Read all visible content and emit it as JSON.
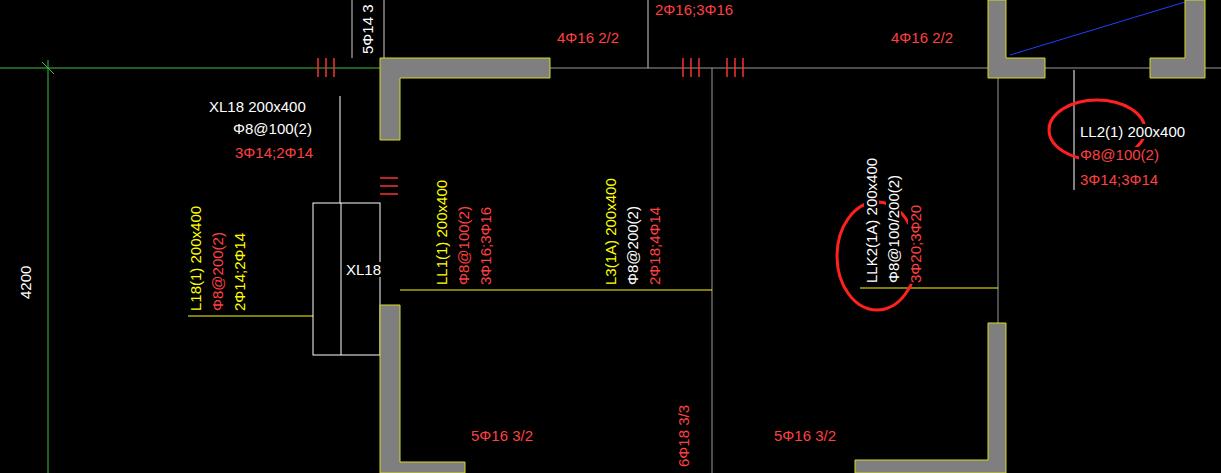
{
  "diagram": {
    "labels": [
      "5Φ14 3",
      "2Φ16;3Φ16",
      "4Φ16 2/2",
      "4Φ16 2/2",
      "XL18 200x400",
      "Φ8@100(2)",
      "3Φ14;2Φ14",
      "LL2(1) 200x400",
      "Φ8@100(2)",
      "3Φ14;3Φ14",
      "4200",
      "L18(1) 200x400",
      "Φ8@200(2)",
      "2Φ14;2Φ14",
      "XL18",
      "LL1(1) 200x400",
      "Φ8@100(2)",
      "3Φ16;3Φ16",
      "L3(1A) 200x400",
      "Φ8@200(2)",
      "2Φ18;4Φ14",
      "LLK2(1A) 200x400",
      "Φ8@100/200(2)",
      "3Φ20;3Φ20",
      "6Φ18 3/3",
      "5Φ16 3/2",
      "5Φ16 3/2"
    ]
  }
}
